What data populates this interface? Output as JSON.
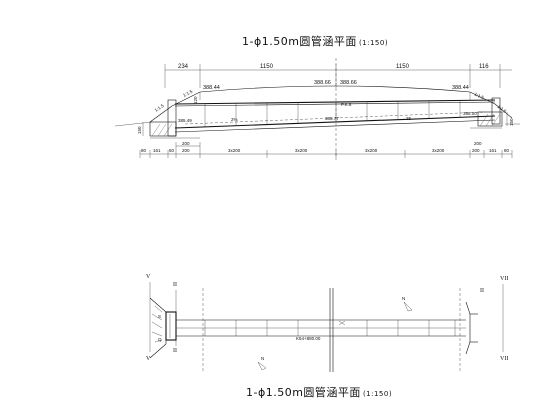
{
  "elevation": {
    "title": "1-ϕ1.50m圆管涵平面",
    "scale": "(1:150)",
    "top_dims": [
      "234",
      "1150",
      "1150",
      "116"
    ],
    "levels": [
      "388.44",
      "388.66",
      "388.66",
      "388.44"
    ],
    "slope_labels": [
      "1:1.5",
      "1:1.5",
      "1:1.5",
      "1:1.5"
    ],
    "slope_pct": "2%",
    "inner_left": "385.49",
    "inner_mid": "385.77",
    "inner_right": "386.00",
    "side_left": "150",
    "side_right": "150",
    "left_vertical": "120",
    "marker": "P.K.8",
    "pipe_label": "25",
    "bottom_row1": [
      "200",
      "200"
    ],
    "bottom_row2": [
      "80",
      "161",
      "50",
      "200",
      "3x200",
      "3x200",
      "3x200",
      "3x200",
      "200",
      "161",
      "80"
    ]
  },
  "plan": {
    "title": "1-ϕ1.50m圆管涵平面",
    "scale": "(1:150)",
    "section_marks": [
      "V",
      "V",
      "II",
      "II",
      "VII",
      "VII",
      "II"
    ],
    "station": "K54+880.00",
    "labels": [
      "S",
      "Q",
      "N",
      "N"
    ]
  }
}
